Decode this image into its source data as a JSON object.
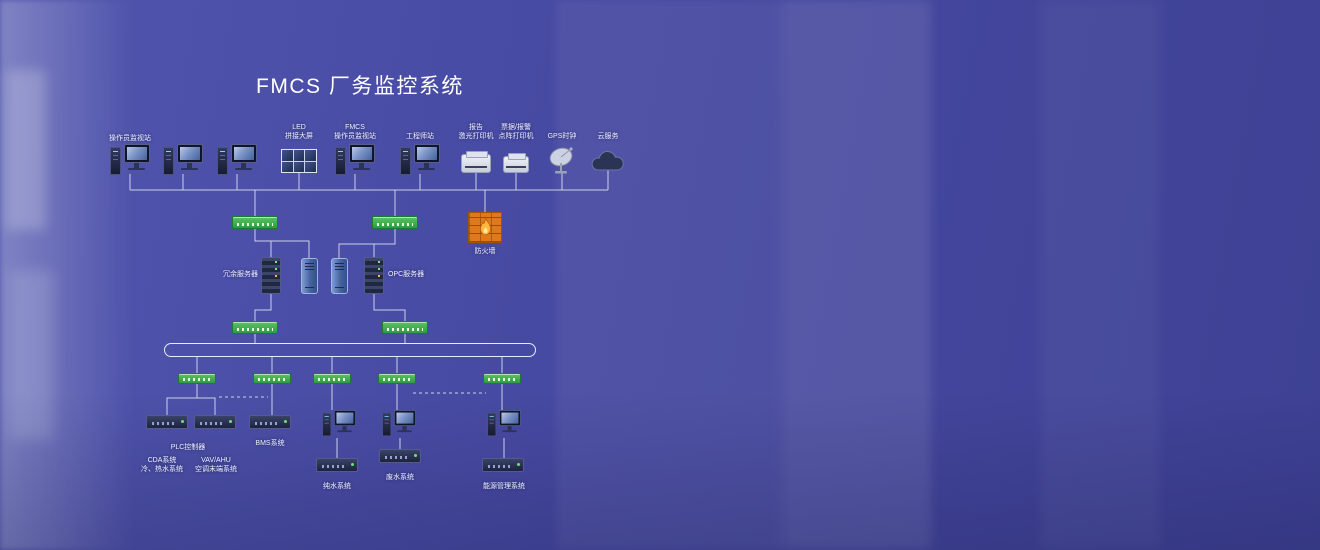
{
  "title": "FMCS 厂务监控系统",
  "colors": {
    "background": "#4a4ea6",
    "switch_green": "#3fae4e",
    "firewall_orange": "#e0791c",
    "line": "#dde3f5",
    "title_text": "#ffffff"
  },
  "top_row": {
    "operator_station": "操作员监视站",
    "led_wall": "LED\n拼接大屏",
    "fmcs_station": "FMCS\n操作员监视站",
    "engineer_station": "工程师站",
    "laser_printer": "报告\n激光打印机",
    "dot_matrix_printer": "票据/报警\n点阵打印机",
    "gps_clock": "GPS时钟",
    "cloud_service": "云服务"
  },
  "middle": {
    "redundant_server": "冗余服务器",
    "opc_server": "OPC服务器",
    "firewall": "防火墙"
  },
  "bottom": {
    "plc_controller": "PLC控制器",
    "cda_system": "CDA系统\n冷、热水系统",
    "vav_system": "VAV/AHU\n空调末端系统",
    "bms_system": "BMS系统",
    "pure_water_system": "纯水系统",
    "waste_water_system": "废水系统",
    "energy_management_system": "能源管理系统"
  }
}
